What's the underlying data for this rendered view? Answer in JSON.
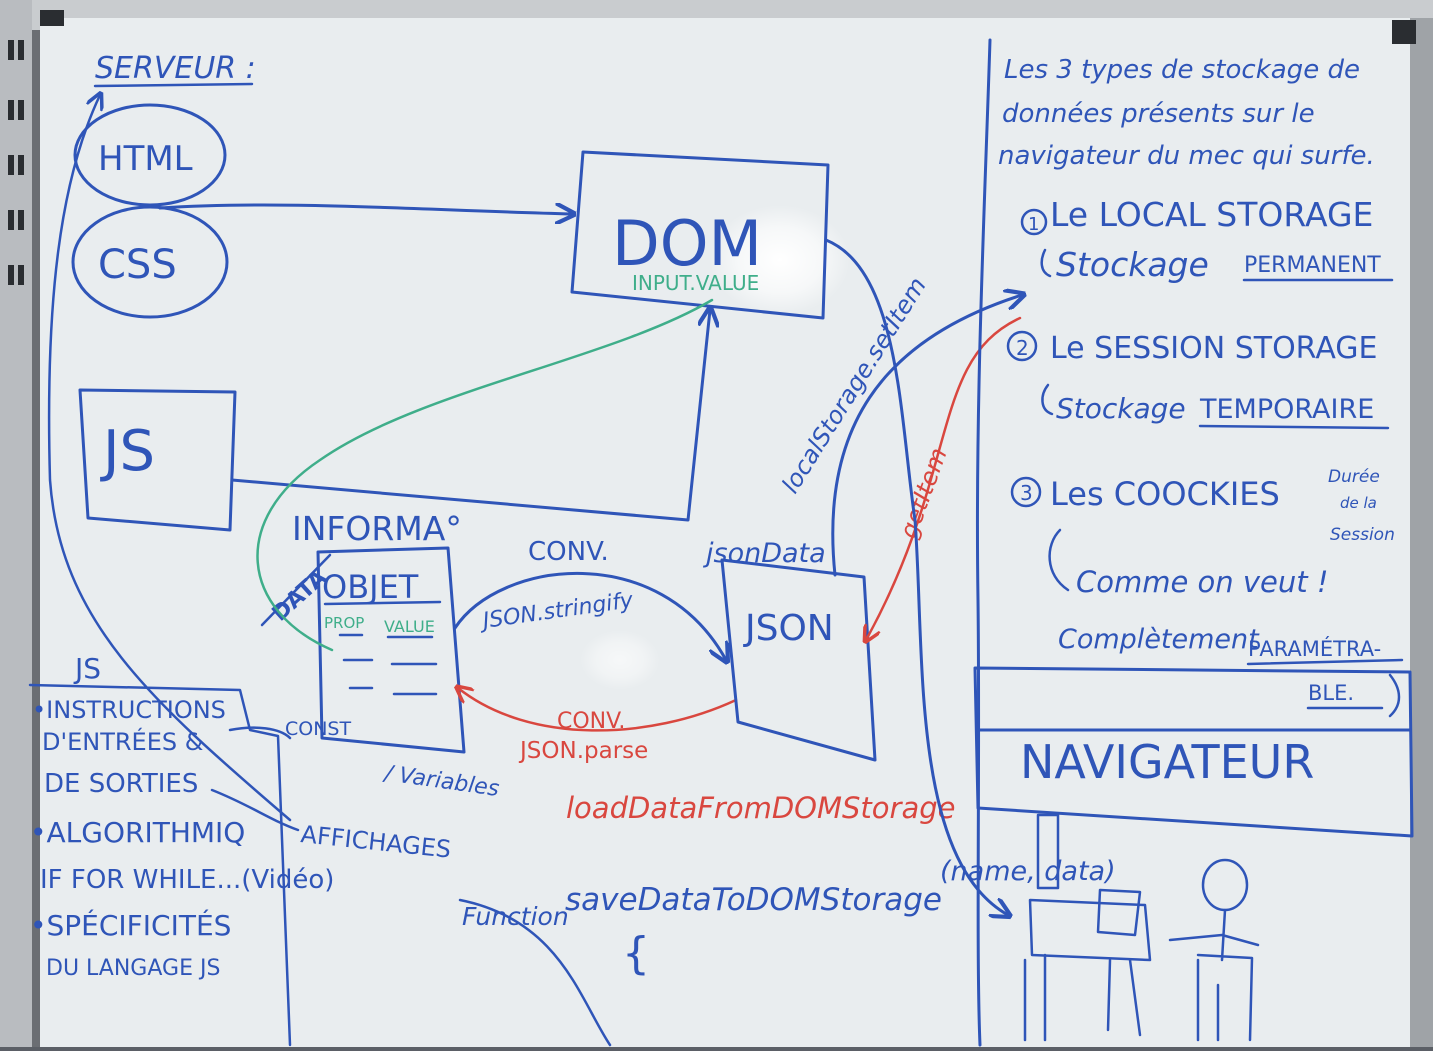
{
  "server": {
    "title": "SERVEUR :",
    "html": "HTML",
    "css": "CSS",
    "js": "JS"
  },
  "dom": {
    "label": "DOM",
    "input_value": "INPUT.VALUE"
  },
  "information": {
    "title": "INFORMA°",
    "data_tag": "DATA",
    "objet": "OBJET",
    "prop": "PROP",
    "value": "VALUE",
    "const": "CONST",
    "variables": "/ Variables"
  },
  "json": {
    "label": "JSON",
    "json_data": "jsonData",
    "conv_top": "CONV.",
    "stringify": "JSON.stringify",
    "conv_bottom": "CONV.",
    "parse": "JSON.parse",
    "load_fn": "loadDataFromDOMStorage",
    "set_item": "localStorage.setItem",
    "get_item": "getItem"
  },
  "function": {
    "keyword": "Function",
    "name": "saveDataToDOMStorage",
    "params": "(name, data)",
    "brace": "{"
  },
  "storage_types": {
    "intro": [
      "Les 3 types de stockage de",
      "données présents sur le",
      "navigateur du mec qui surfe."
    ],
    "items": [
      {
        "num": "1",
        "title": "Le LOCAL STORAGE",
        "desc_prefix": "Stockage",
        "desc_em": "PERMANENT"
      },
      {
        "num": "2",
        "title": "Le SESSION STORAGE",
        "desc_prefix": "Stockage",
        "desc_em": "TEMPORAIRE"
      },
      {
        "num": "3",
        "title": "Les COOCKIES",
        "side": [
          "Durée",
          "de la",
          "Session"
        ],
        "desc": "Comme on veut !",
        "desc2_prefix": "Complètement",
        "desc2_em": "PARAMÉTRA-",
        "desc2_em2": "BLE."
      }
    ]
  },
  "navigateur": {
    "label": "NAVIGATEUR"
  },
  "js_notes": {
    "title": "JS",
    "items": [
      [
        "•INSTRUCTIONS",
        "D'ENTRÉES &",
        "DE SORTIES"
      ],
      [
        "•ALGORITHMIQ",
        "IF FOR WHILE...(Vidéo)"
      ],
      [
        "•SPÉCIFICITÉS",
        "DU LANGAGE JS"
      ]
    ],
    "affichages": "AFFICHAGES"
  }
}
